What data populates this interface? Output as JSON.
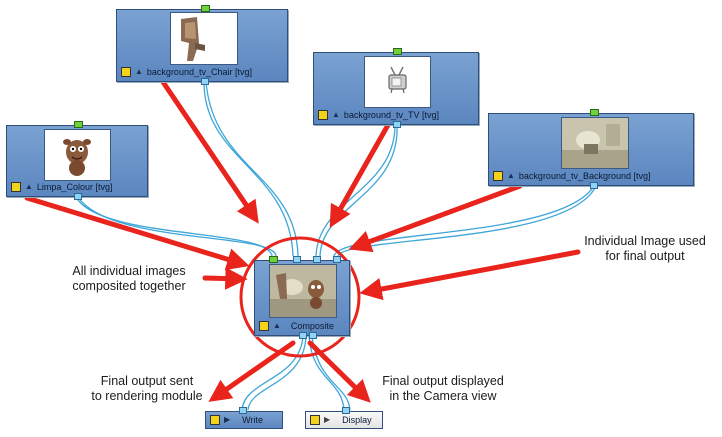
{
  "nodes": {
    "chair": "background_tv_Chair  [tvg]",
    "tv": "background_tv_TV  [tvg]",
    "limpa": "Limpa_Colour  [tvg]",
    "bg": "background_tv_Background  [tvg]",
    "composite": "Composite",
    "write": "Write",
    "display": "Display"
  },
  "annotations": {
    "all_images_line1": "All individual images",
    "all_images_line2": "composited together",
    "individual_line1": "Individual Image used",
    "individual_line2": "for final output",
    "final_sent_line1": "Final output sent",
    "final_sent_line2": "to rendering module",
    "final_displayed_line1": "Final output displayed",
    "final_displayed_line2": "in the Camera view"
  },
  "colors": {
    "arrow": "#e8241c",
    "wire": "#3ea6d8",
    "node_blue": "#6b95cb"
  }
}
